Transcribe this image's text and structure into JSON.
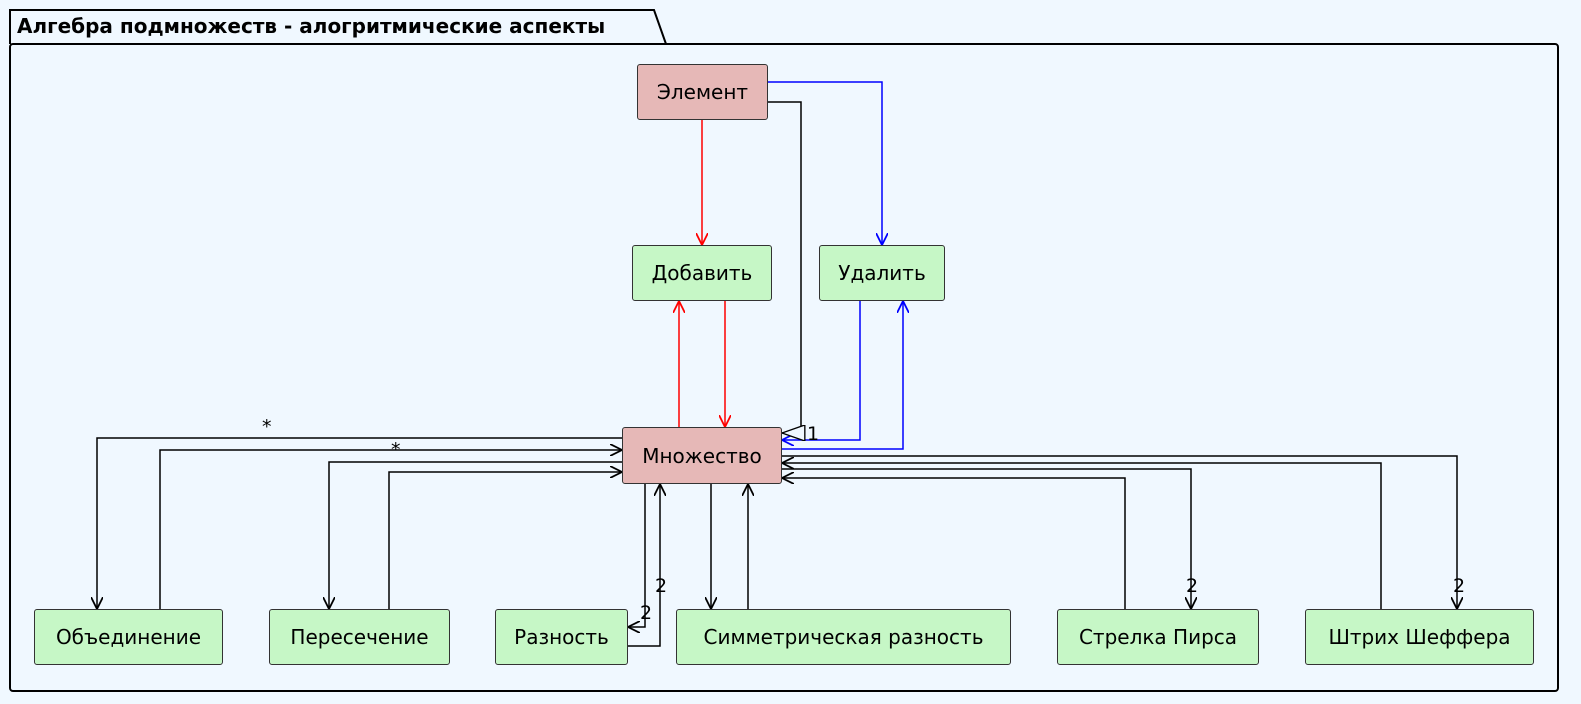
{
  "package": {
    "title": "Алгебра подмножеств - алогритмические аспекты"
  },
  "nodes": {
    "element": "Элемент",
    "add": "Добавить",
    "remove": "Удалить",
    "set": "Множество",
    "union": "Объединение",
    "intersection": "Пересечение",
    "difference": "Разность",
    "symdiff": "Симметрическая разность",
    "peirce": "Стрелка Пирса",
    "sheffer": "Штрих Шеффера"
  },
  "multiplicities": {
    "union_out": "*",
    "union_in": "*",
    "difference_in": "2",
    "difference_out": "2",
    "peirce_in": "2",
    "sheffer_in": "2",
    "element_to_set": "1"
  },
  "colors": {
    "background": "#F0F8FF",
    "class_fill": "#E6B8B7",
    "operation_fill": "#C6F7C6",
    "add_arrows": "#FF0000",
    "remove_arrows": "#0000FF",
    "default_arrows": "#000000"
  }
}
